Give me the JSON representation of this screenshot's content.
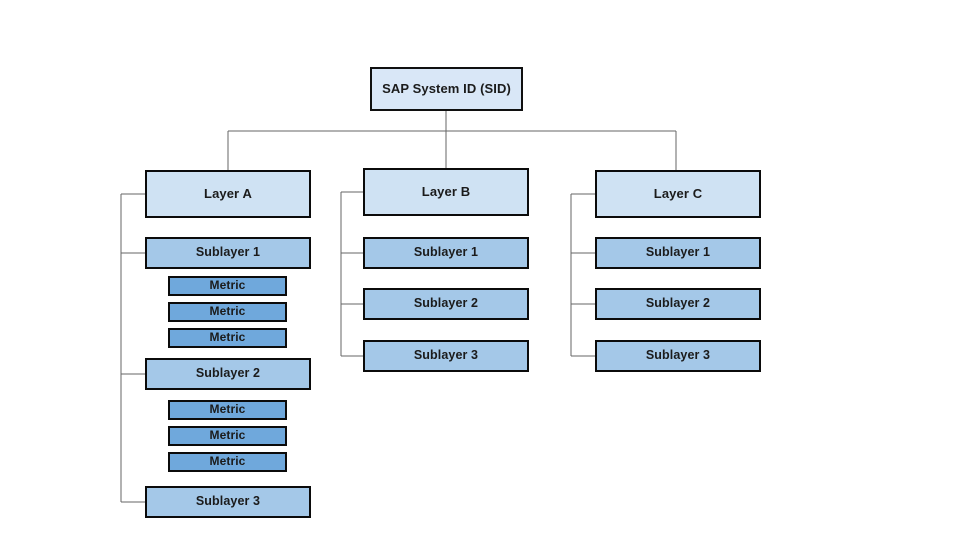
{
  "diagram": {
    "title_node": {
      "label": "SAP System ID (SID)"
    },
    "colors": {
      "root_fill": "#d9e7f7",
      "layer_fill": "#cfe2f3",
      "sublayer_fill": "#a4c8e8",
      "metric_fill": "#6fa8dc",
      "border": "#0b0b0b",
      "connector": "#666666",
      "text": "#1b1b1b",
      "background": "#ffffff"
    },
    "columns": [
      {
        "layer": "Layer A",
        "sublayers": [
          {
            "label": "Sublayer 1",
            "metrics": [
              "Metric",
              "Metric",
              "Metric"
            ]
          },
          {
            "label": "Sublayer 2",
            "metrics": [
              "Metric",
              "Metric",
              "Metric"
            ]
          },
          {
            "label": "Sublayer 3",
            "metrics": []
          }
        ]
      },
      {
        "layer": "Layer B",
        "sublayers": [
          {
            "label": "Sublayer 1",
            "metrics": []
          },
          {
            "label": "Sublayer 2",
            "metrics": []
          },
          {
            "label": "Sublayer 3",
            "metrics": []
          }
        ]
      },
      {
        "layer": "Layer C",
        "sublayers": [
          {
            "label": "Sublayer 1",
            "metrics": []
          },
          {
            "label": "Sublayer 2",
            "metrics": []
          },
          {
            "label": "Sublayer 3",
            "metrics": []
          }
        ]
      }
    ]
  }
}
